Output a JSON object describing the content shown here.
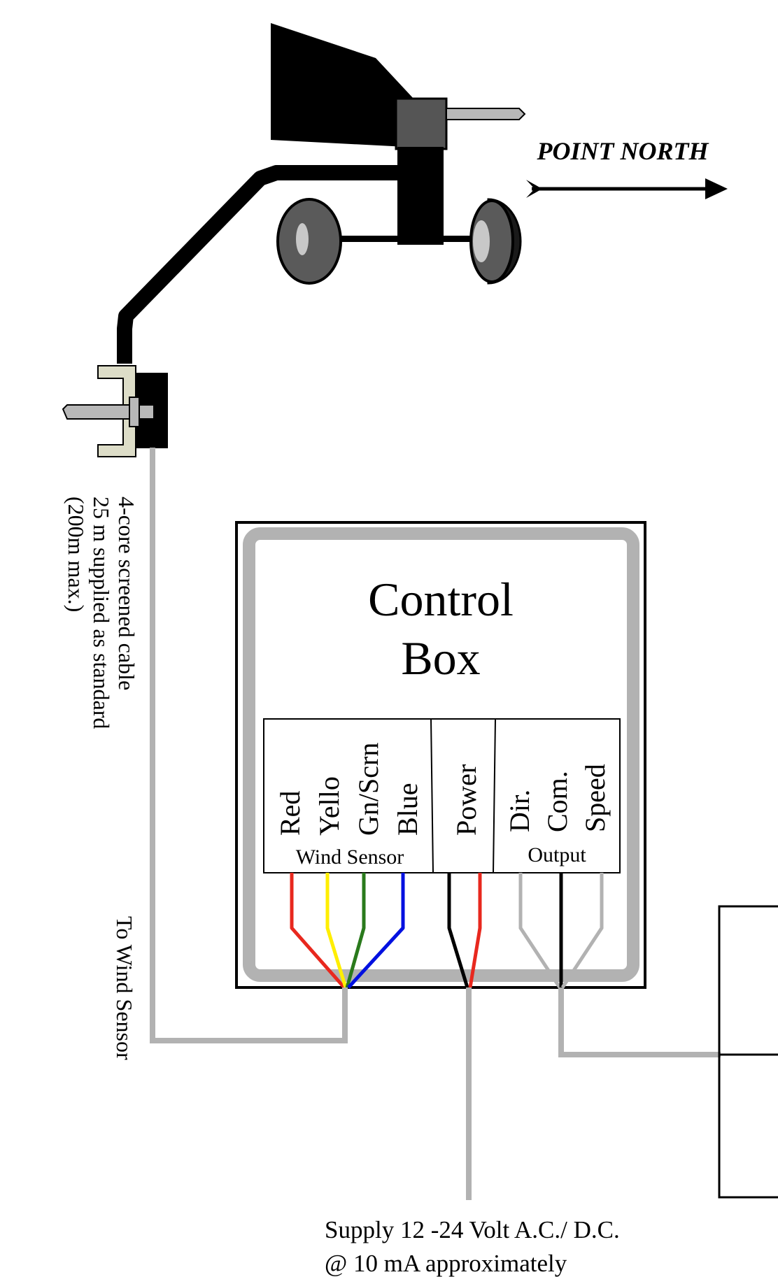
{
  "north_label": "POINT NORTH",
  "cable_label": {
    "line1": "4-core screened cable",
    "line2": "25 m supplied as standard",
    "line3": "(200m max.)"
  },
  "to_sensor_label": "To Wind Sensor",
  "control_box": {
    "title_line1": "Control",
    "title_line2": "Box"
  },
  "terminals": {
    "wind_sensor": {
      "group_label": "Wind Sensor",
      "items": [
        "Red",
        "Yello",
        "Gn/Scrn",
        "Blue"
      ]
    },
    "power": {
      "items": [
        "Power"
      ]
    },
    "output": {
      "group_label": "Output",
      "items": [
        "Dir.",
        "Com.",
        "Speed"
      ]
    }
  },
  "supply_label": {
    "line1": "Supply 12 -24 Volt A.C./ D.C.",
    "line2": "@ 10 mA approximately"
  },
  "colors": {
    "wire_red": "#e8281e",
    "wire_yellow": "#ffee00",
    "wire_green": "#2a7a1c",
    "wire_blue": "#0010e0",
    "wire_black": "#000000",
    "cable_gray": "#b2b2b2"
  }
}
